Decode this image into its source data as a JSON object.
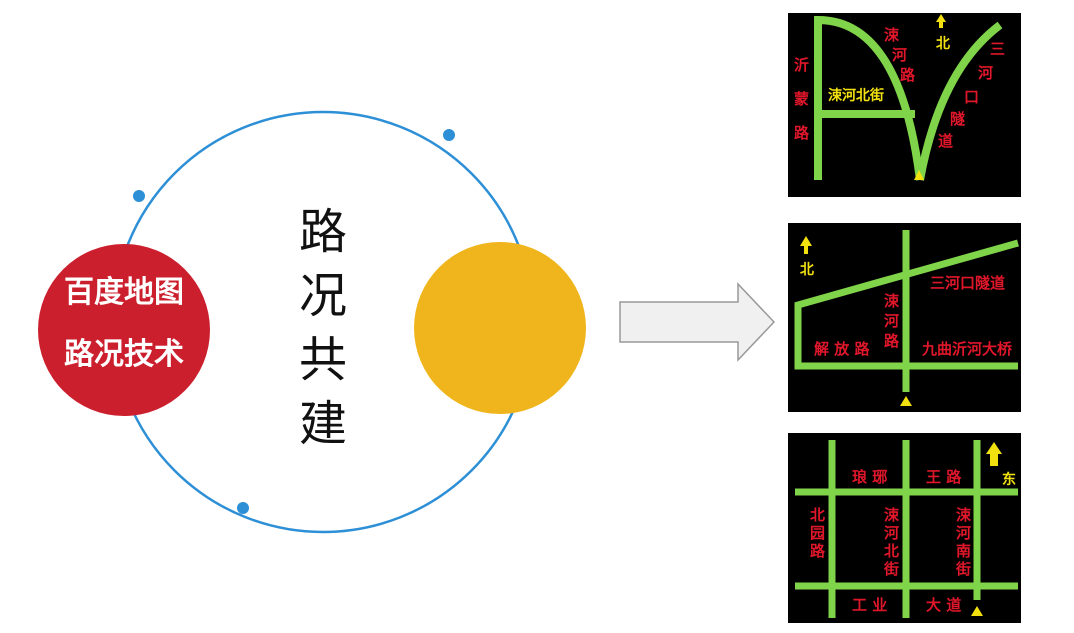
{
  "left_panel": {
    "red_circle_lines": [
      "百度地图",
      "路况技术"
    ],
    "center_title_chars": [
      "路",
      "况",
      "共",
      "建"
    ]
  },
  "maps": [
    {
      "labels": [
        "沂",
        "蒙",
        "路",
        "涑",
        "河",
        "路",
        "涑河北街",
        "三",
        "河",
        "口",
        "隧",
        "道"
      ],
      "north": "北"
    },
    {
      "labels": [
        "三河口隧道",
        "涑",
        "河",
        "路",
        "解 放 路",
        "九曲沂河大桥"
      ],
      "north": "北"
    },
    {
      "labels": [
        "琅 琊",
        "王 路",
        "北",
        "园",
        "路",
        "涑",
        "河",
        "北",
        "街",
        "涑",
        "河",
        "南",
        "街",
        "工 业",
        "大 道"
      ],
      "north": "东"
    }
  ]
}
